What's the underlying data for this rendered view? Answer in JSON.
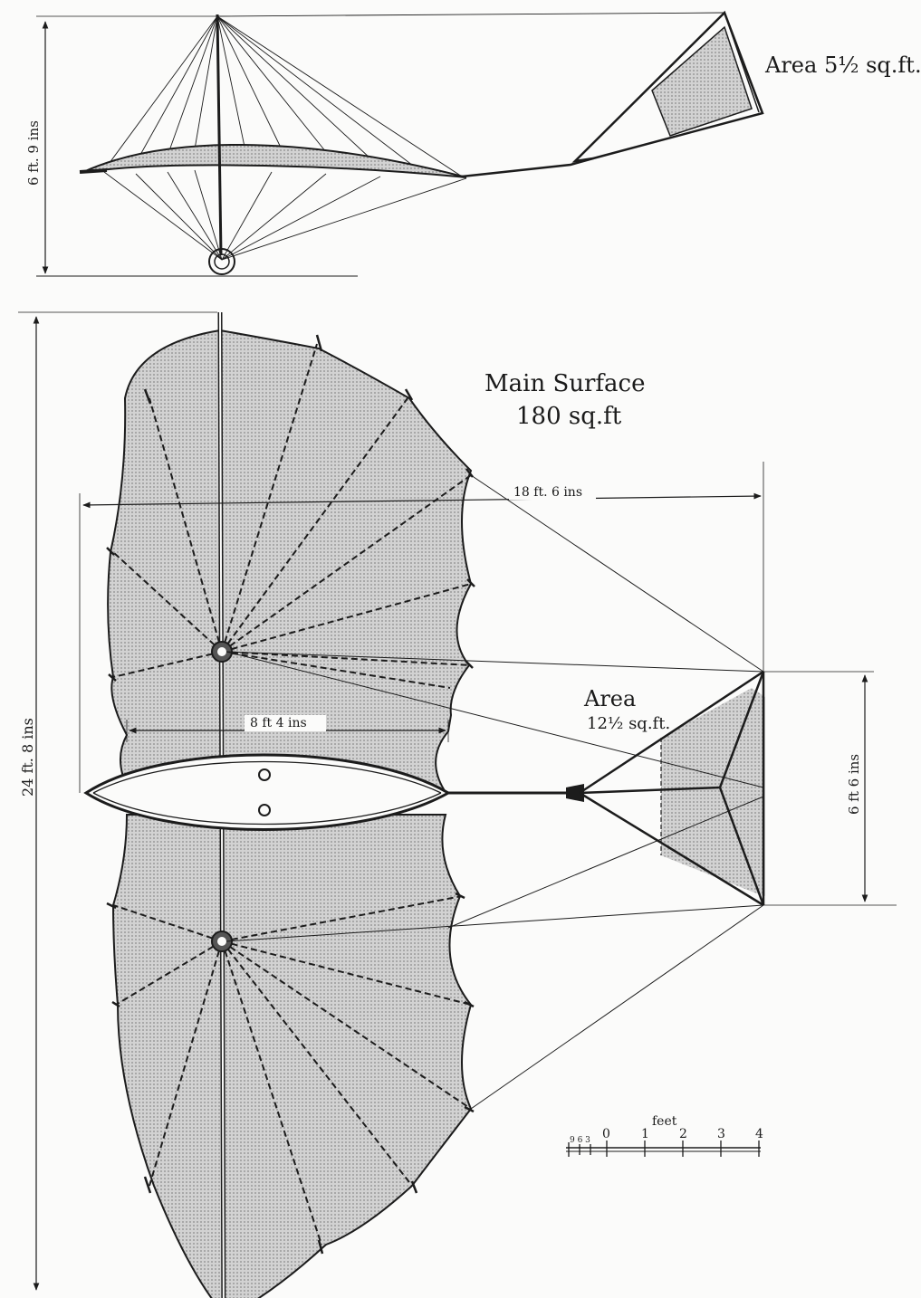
{
  "side_view": {
    "tail_area_label": "Area 5½ sq.ft.",
    "height_label": "6 ft. 9 ins"
  },
  "plan_view": {
    "main_surface_label_1": "Main Surface",
    "main_surface_label_2": "180 sq.ft",
    "span_label": "24 ft. 8 ins",
    "length_label": "18 ft. 6 ins",
    "chord_label": "8 ft 4 ins",
    "tail_area_label_1": "Area",
    "tail_area_label_2": "12½ sq.ft.",
    "tail_span_label": "6 ft 6 ins"
  },
  "scale_bar": {
    "unit_label": "feet",
    "inch_ticks": "9 6 3",
    "tick_labels": [
      "0",
      "1",
      "2",
      "3",
      "4"
    ]
  },
  "colors": {
    "ink": "#1c1c1c",
    "fabric": "#c9c9c9",
    "paper": "#fbfbfa"
  }
}
